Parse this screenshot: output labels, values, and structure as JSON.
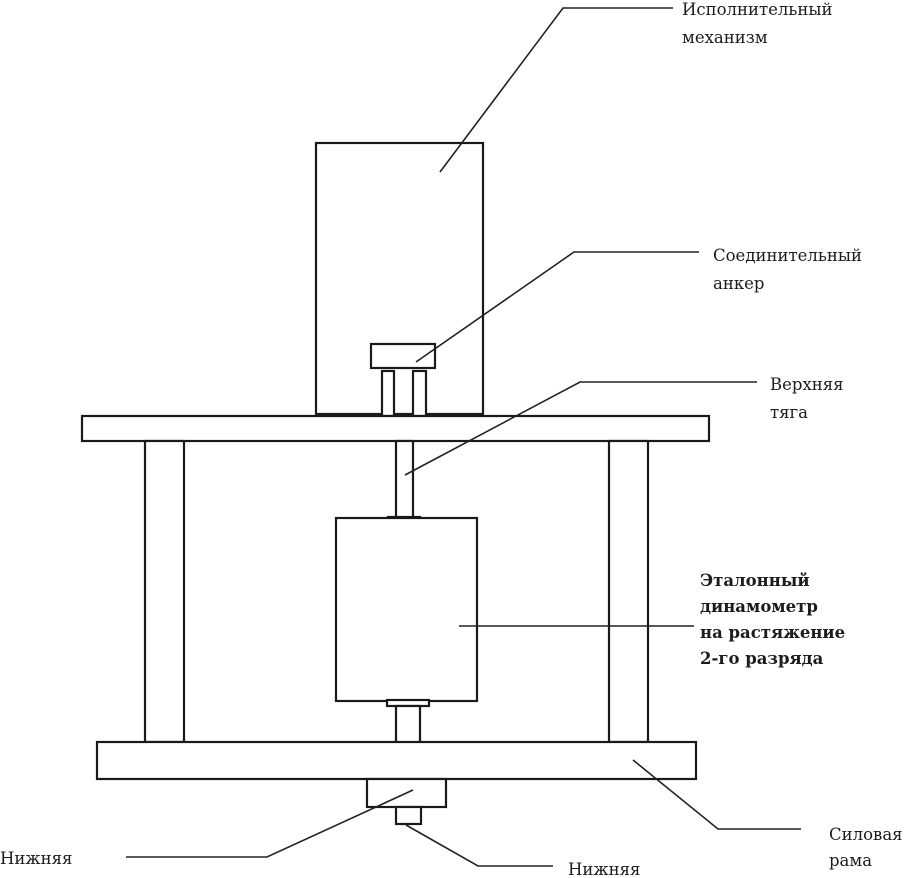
{
  "diagram": {
    "labels": {
      "actuator": {
        "lines": [
          "Исполнительный",
          "механизм"
        ]
      },
      "anchor": {
        "lines": [
          "Соединительный",
          "анкер"
        ]
      },
      "upper_rod": {
        "lines": [
          "Верхняя",
          "тяга"
        ]
      },
      "dynamometer": {
        "lines": [
          "Эталонный",
          "динамометр",
          "на растяжение",
          "2-го разряда"
        ]
      },
      "frame": {
        "lines": [
          "Силовая",
          "рама"
        ]
      },
      "lower_left": {
        "lines": [
          "Нижняя"
        ]
      },
      "lower_rod": {
        "lines": [
          "Нижняя"
        ]
      }
    },
    "colors": {
      "stroke": "#1a1a1a",
      "background": "#ffffff"
    }
  }
}
